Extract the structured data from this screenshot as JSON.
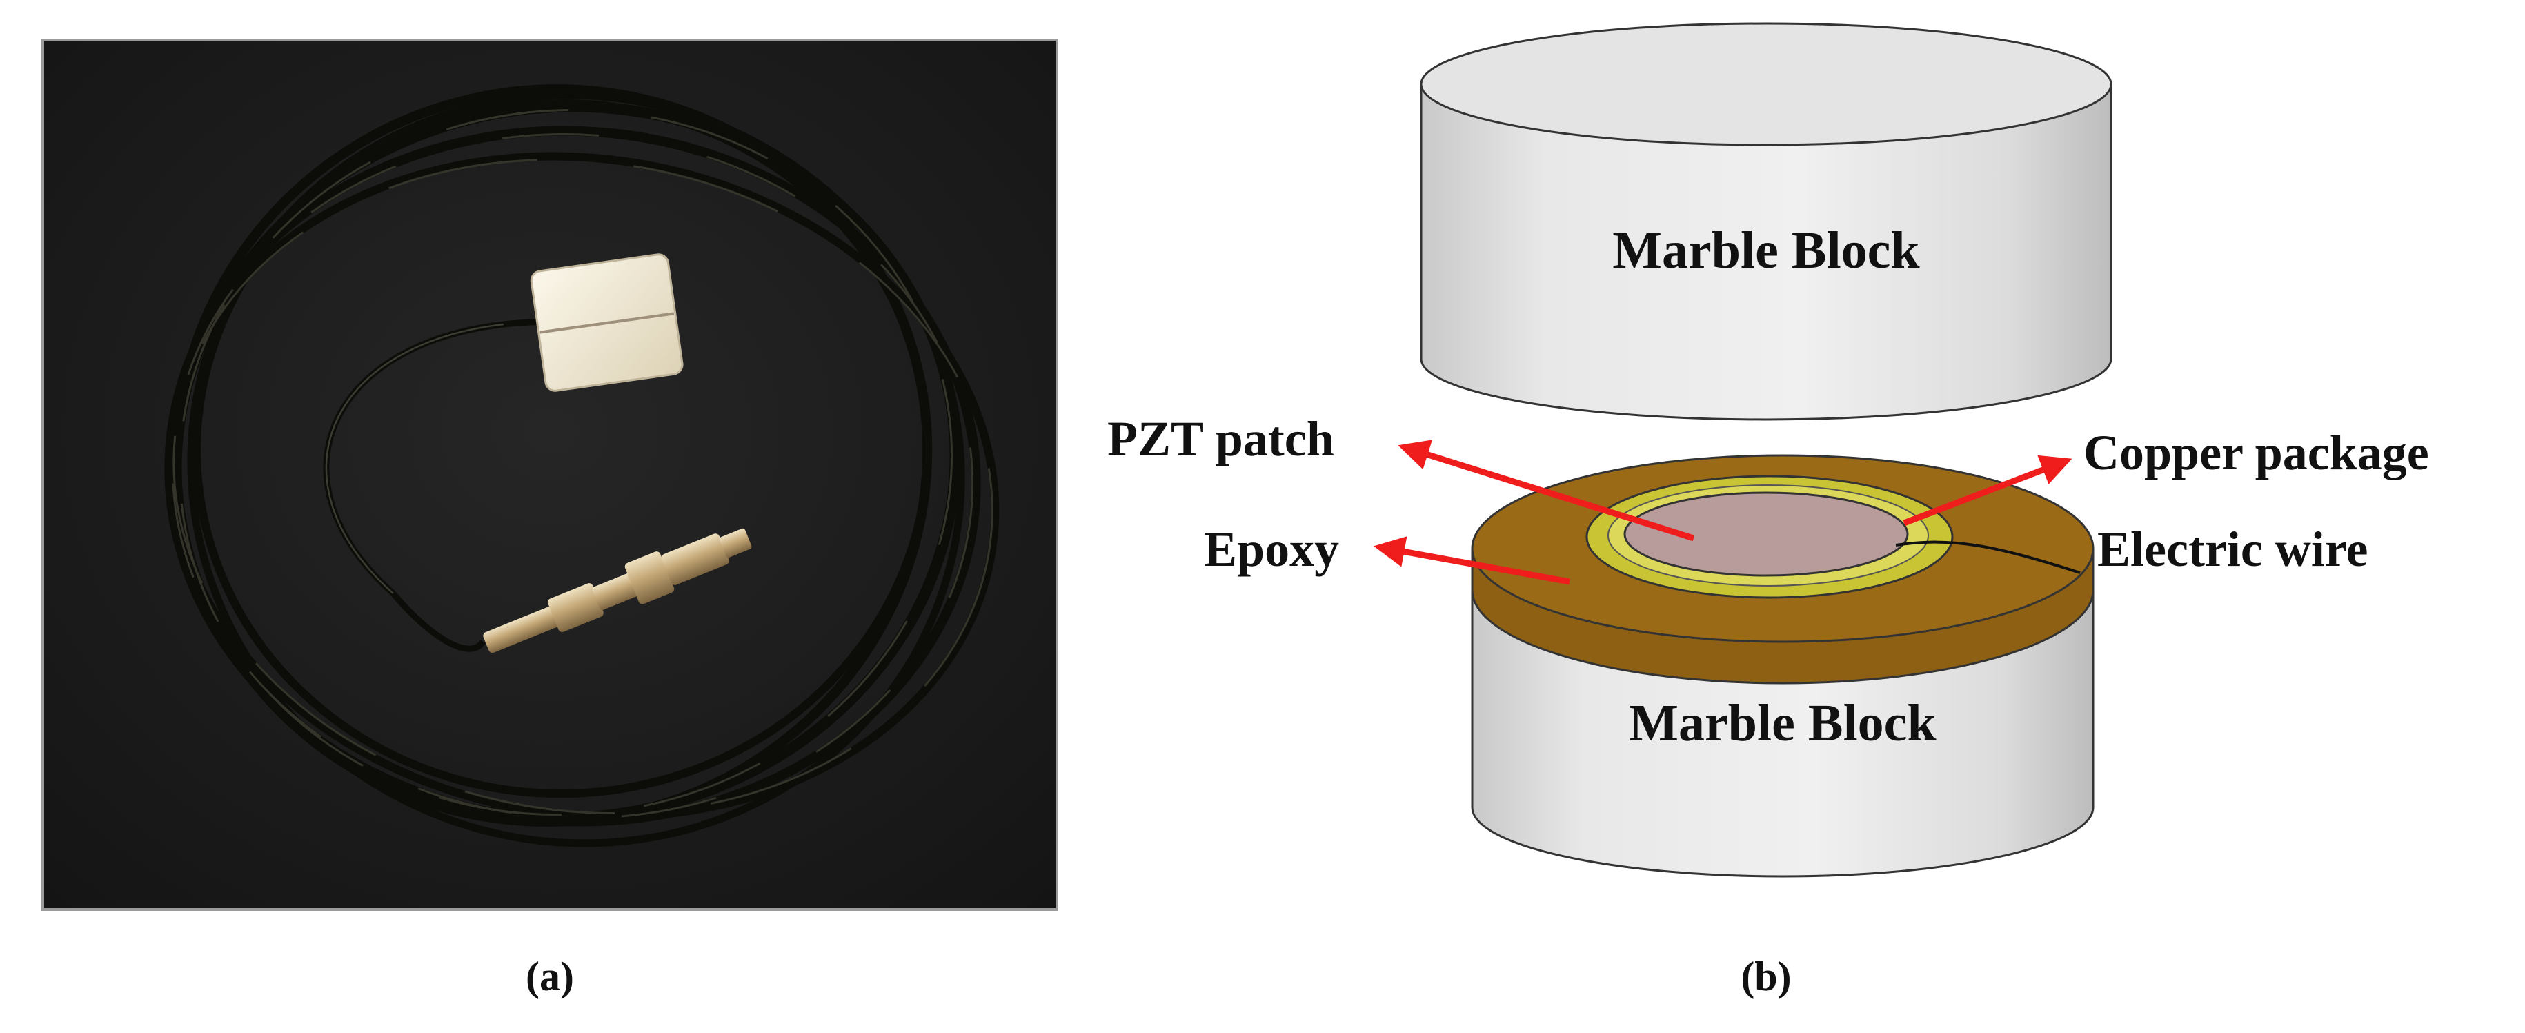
{
  "panel_a": {
    "caption": "(a)"
  },
  "panel_b": {
    "caption": "(b)",
    "labels": {
      "marble_top": "Marble Block",
      "marble_bottom": "Marble Block",
      "pzt_patch": "PZT patch",
      "copper_package": "Copper package",
      "epoxy": "Epoxy",
      "electric_wire": "Electric wire"
    }
  },
  "colors": {
    "photo_background": "#1b1b1b",
    "cable": "#0f0f0c",
    "sensor": "#f0ead8",
    "connector": "#c8b089",
    "marble": "#e2e2e2",
    "epoxy": "#9a6a17",
    "copper_ring": "#c9c434",
    "pzt": "#b89c9c",
    "arrow": "#f01d1d"
  }
}
